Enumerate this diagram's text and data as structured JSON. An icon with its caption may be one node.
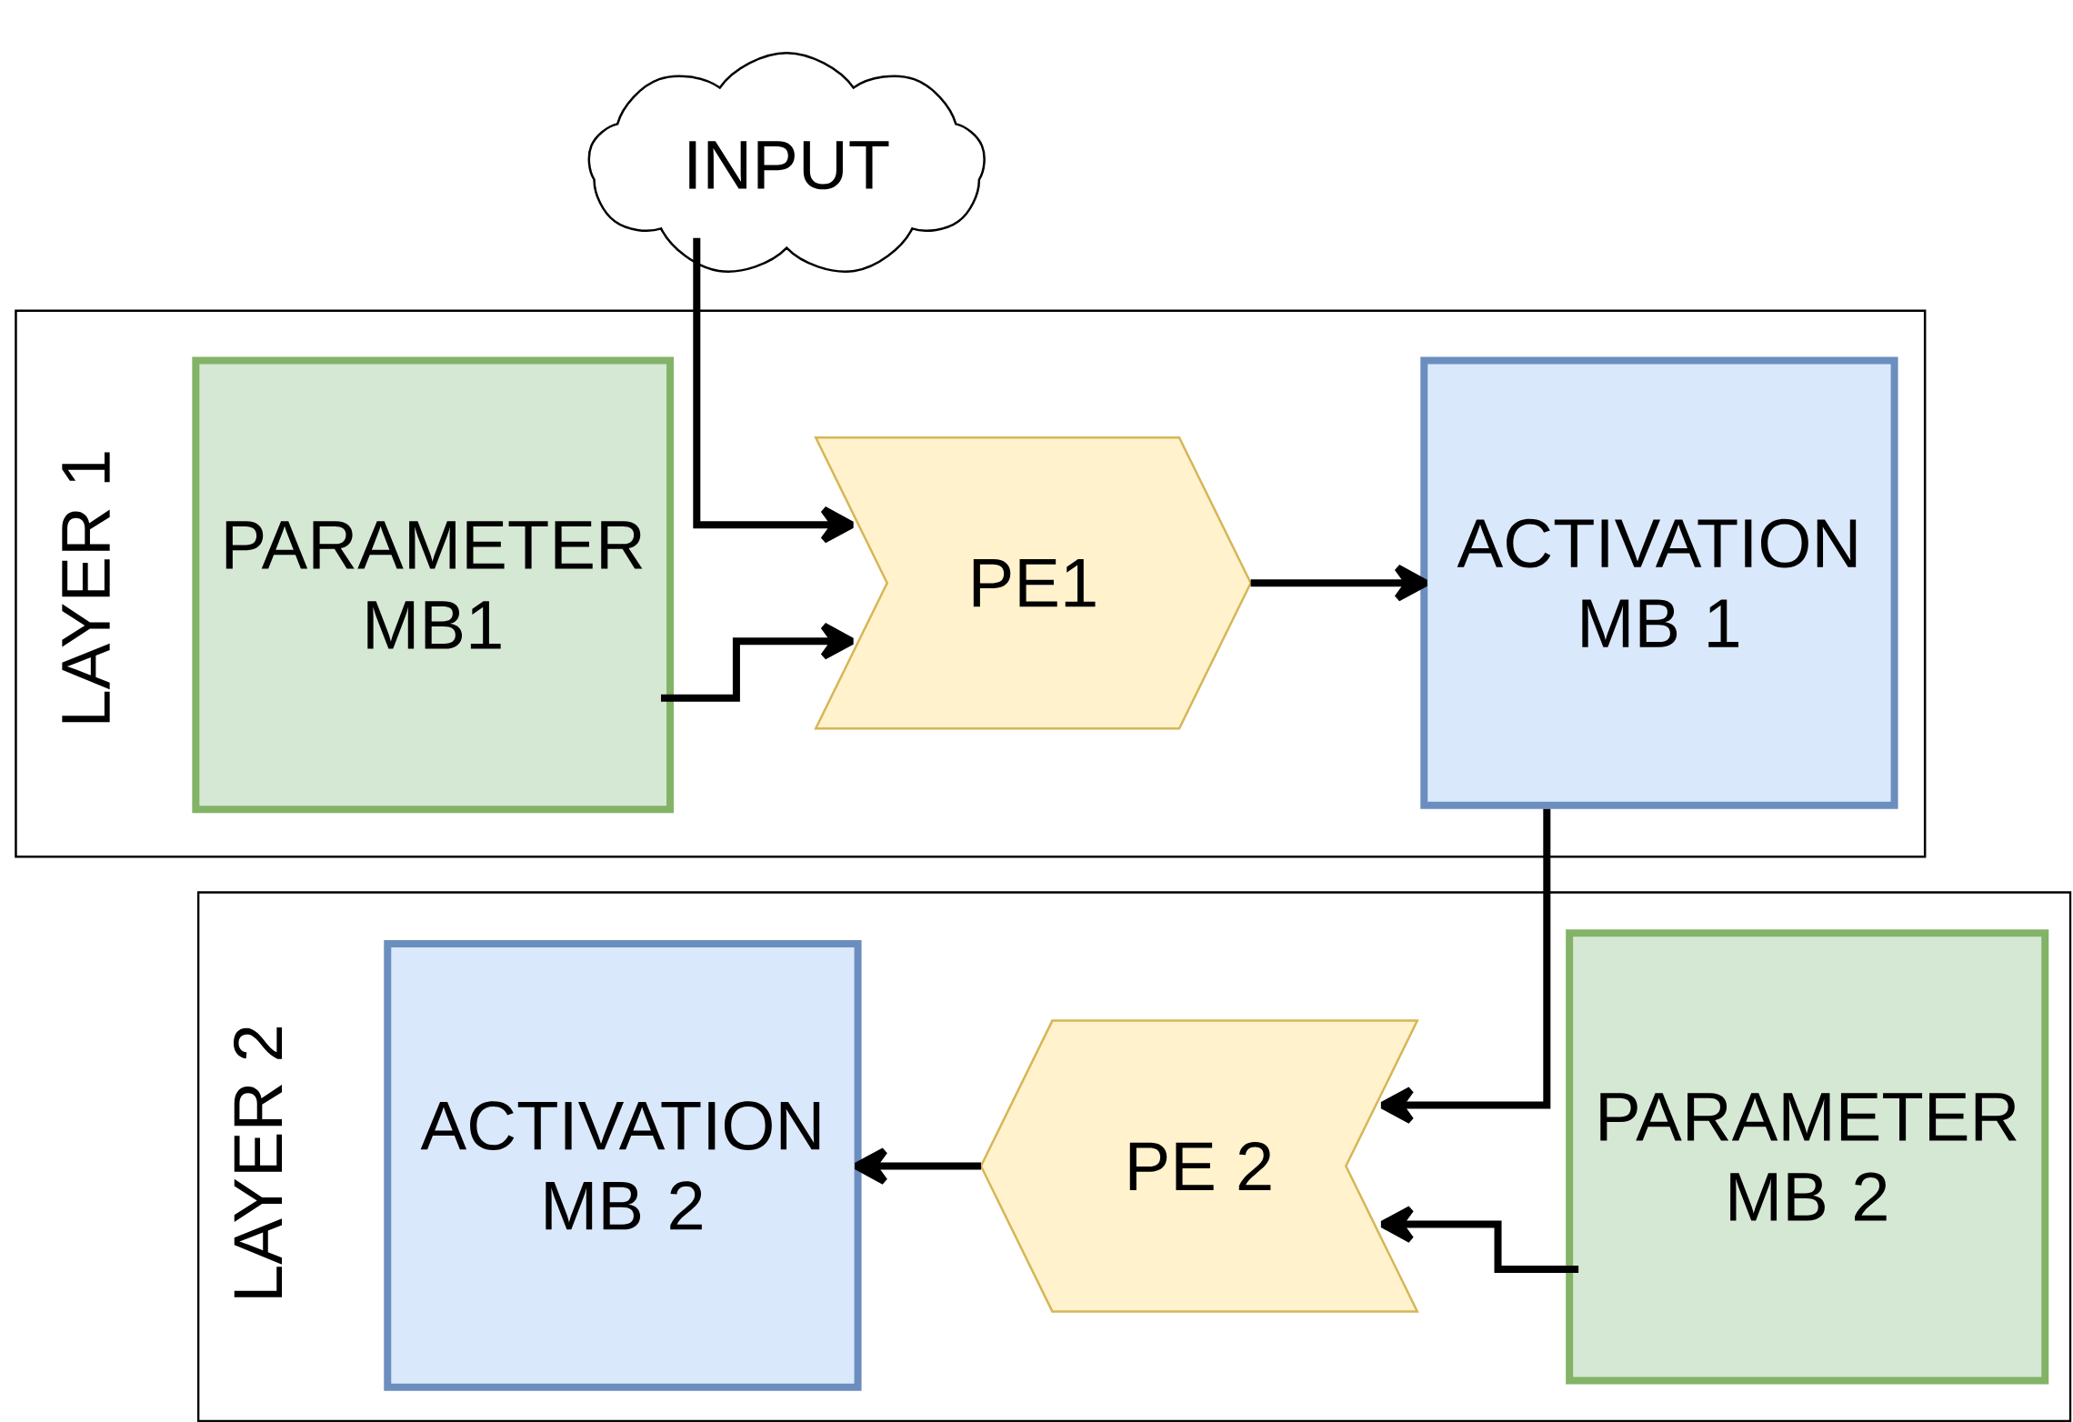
{
  "diagram": {
    "nodes": [
      {
        "text": [
          "LAYER 1"
        ]
      },
      {
        "text": [
          "PARAMETER MB1"
        ],
        "in": 0
      },
      {
        "text": [
          "PE1"
        ],
        "in": 0
      },
      {
        "text": [
          "ACTIVATION MB 1"
        ],
        "in": 0
      },
      {
        "text": [
          "LAYER 2"
        ]
      },
      {
        "text": [
          "ACTIVATION MB 2"
        ],
        "in": 4
      },
      {
        "text": [
          "PE 2"
        ],
        "in": 4
      },
      {
        "text": [
          "PARAMETER MB 2"
        ],
        "in": 4
      },
      {
        "text": [
          "INPUT"
        ]
      }
    ],
    "edges": [
      {
        "from": 8,
        "to": 2,
        "arrow": "to"
      },
      {
        "from": 1,
        "to": 2,
        "arrow": "to"
      },
      {
        "from": 2,
        "to": 3,
        "arrow": "to"
      },
      {
        "from": 3,
        "to": 6,
        "arrow": "to"
      },
      {
        "from": 7,
        "to": 6,
        "arrow": "to"
      },
      {
        "from": 6,
        "to": 5,
        "arrow": "to"
      }
    ]
  }
}
